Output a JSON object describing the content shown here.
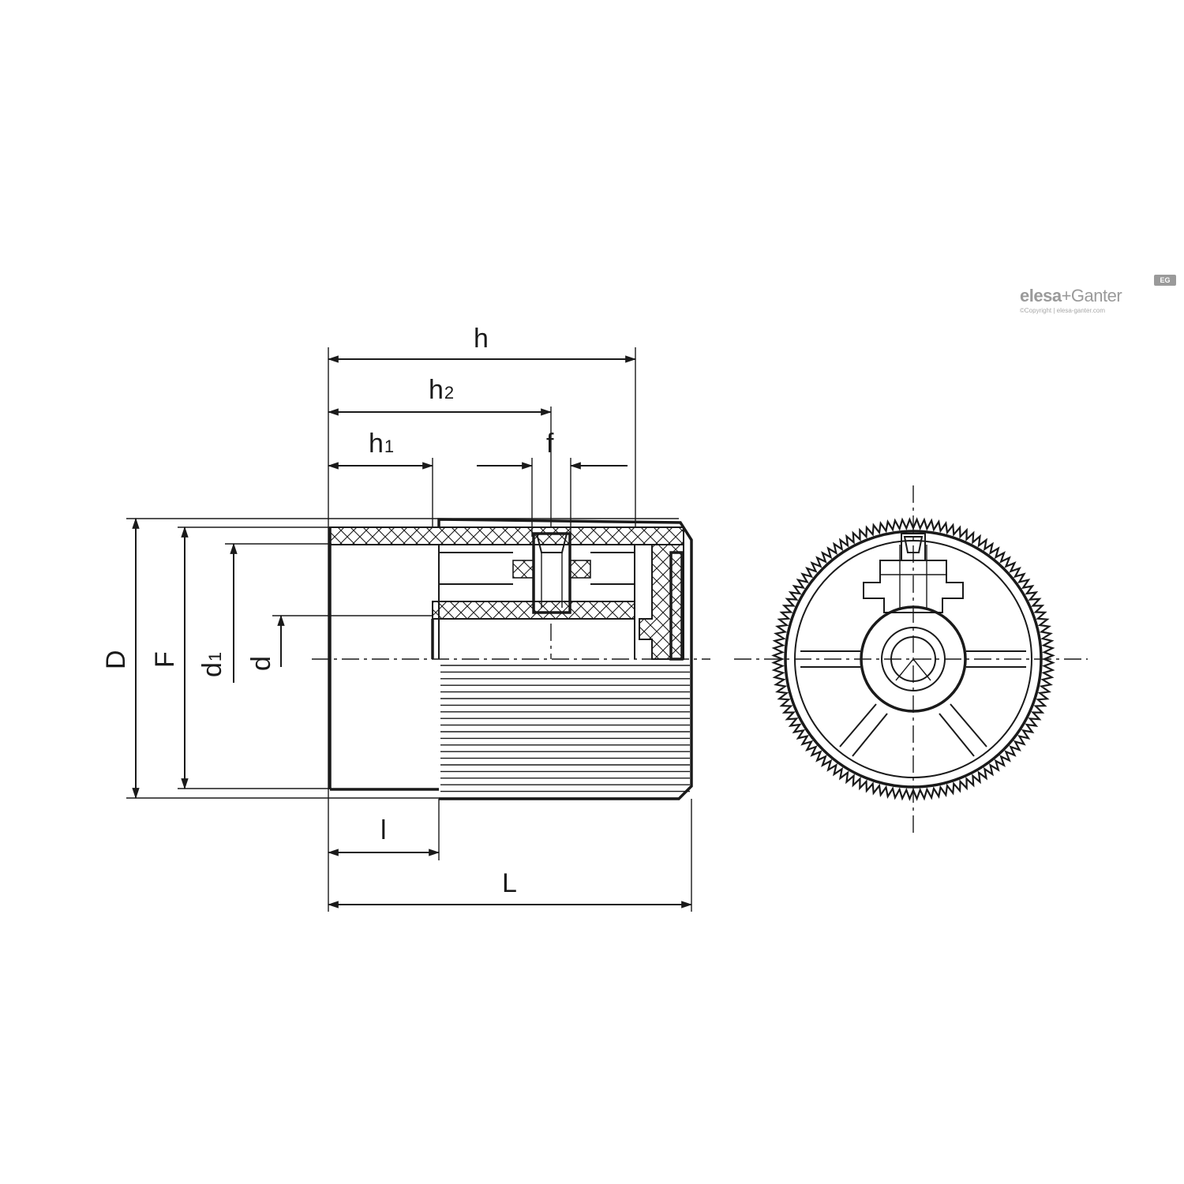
{
  "labels": {
    "h": "h",
    "h2_main": "h",
    "h2_sub": "2",
    "h1_main": "h",
    "h1_sub": "1",
    "f": "f",
    "D": "D",
    "F": "F",
    "d1_main": "d",
    "d1_sub": "1",
    "d": "d",
    "l": "l",
    "L": "L"
  },
  "brand": {
    "name_left": "elesa",
    "name_plus": "+",
    "name_right": "Ganter",
    "badge": "EG",
    "copyright": "©Copyright | elesa-ganter.com"
  },
  "colors": {
    "ink": "#1a1a1a",
    "brand_gray": "#9a9a9a"
  }
}
